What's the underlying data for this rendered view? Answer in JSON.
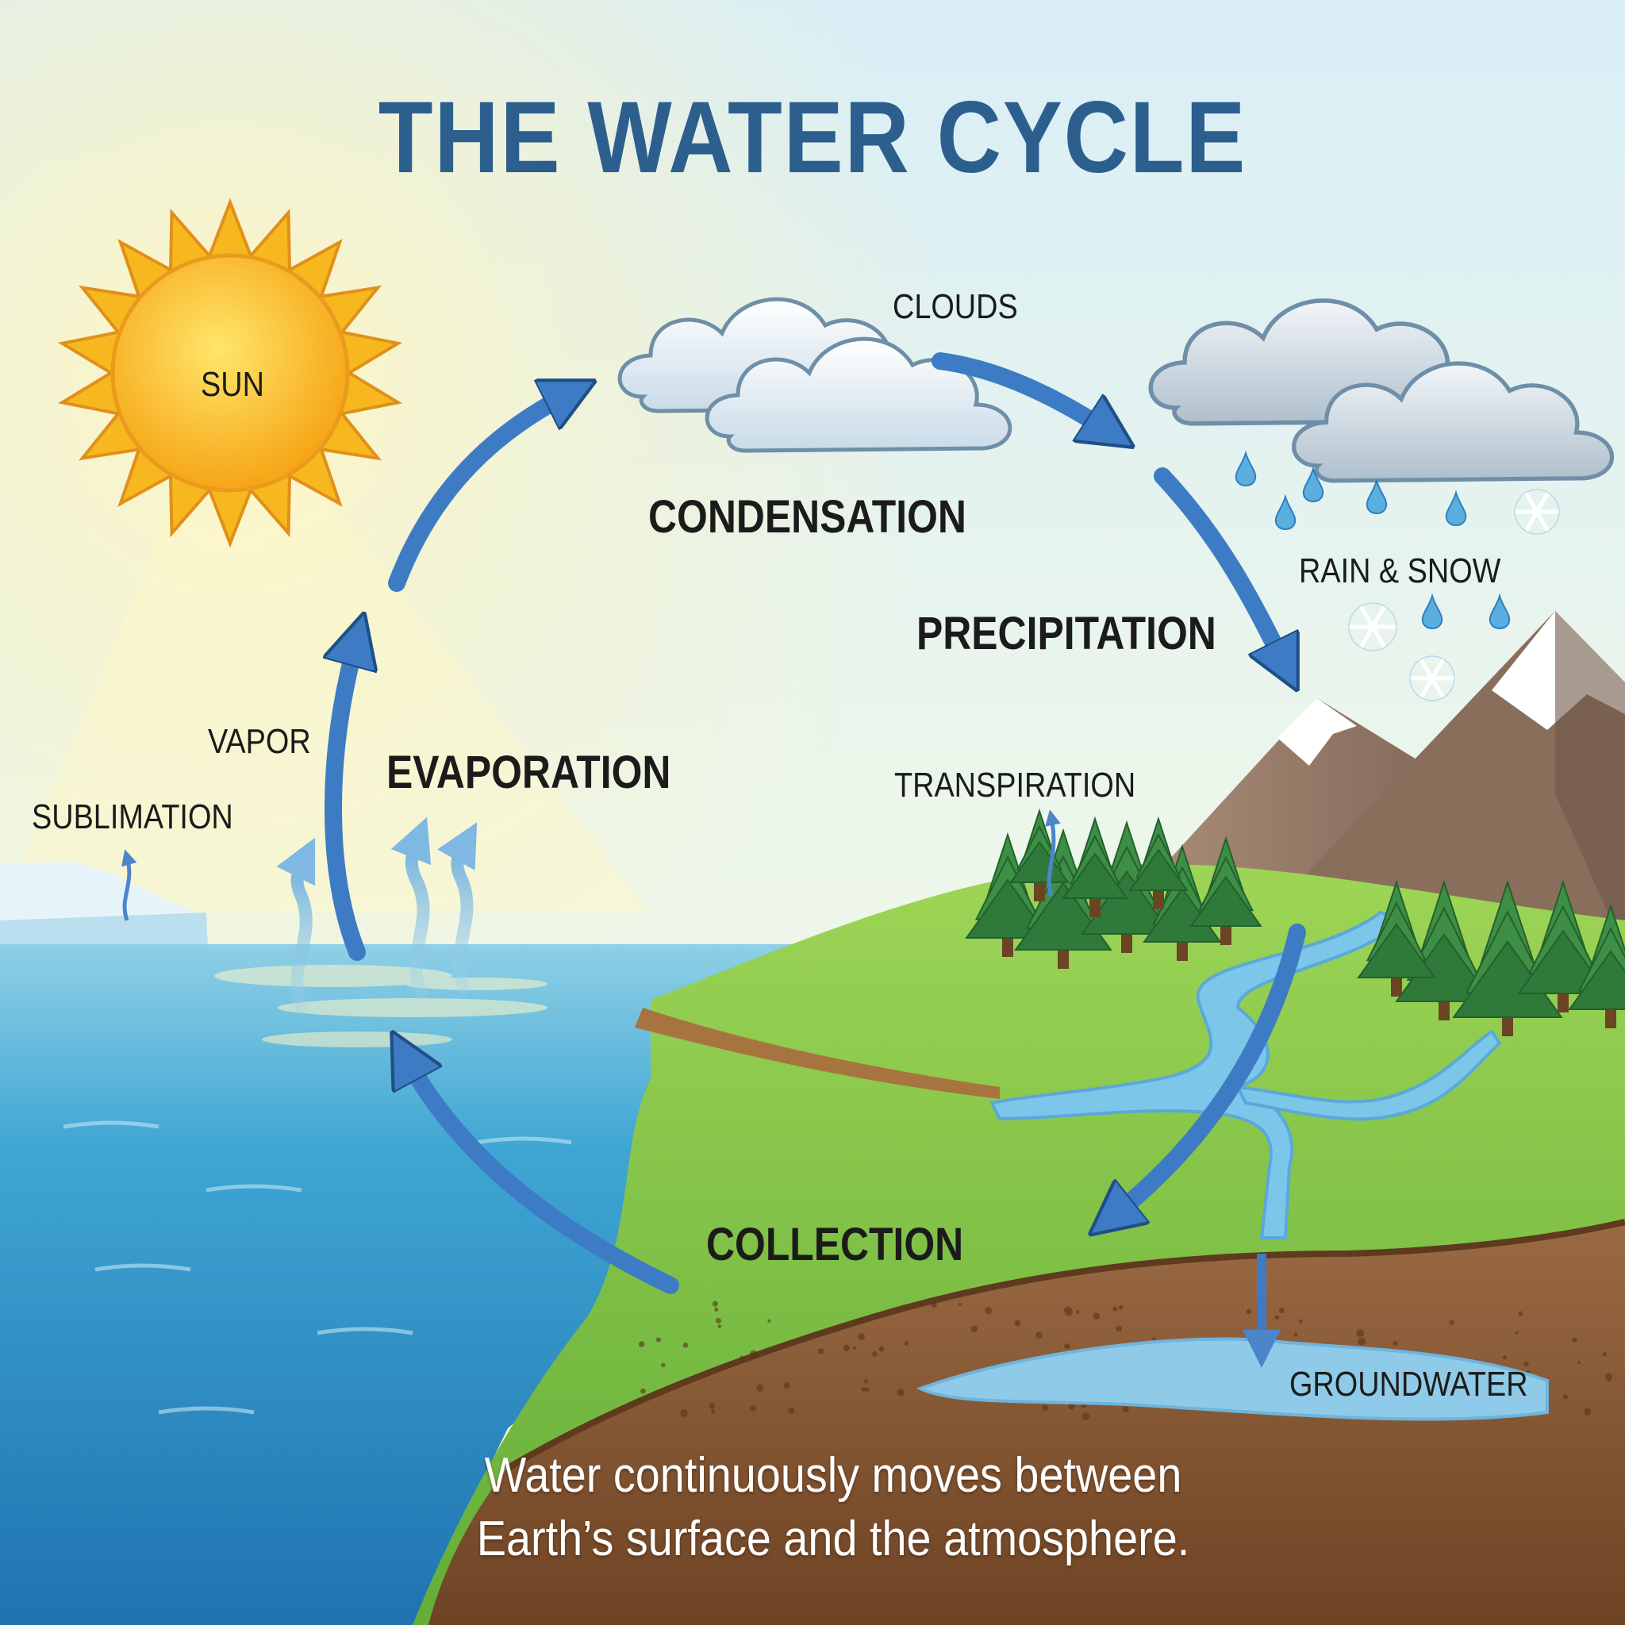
{
  "title": "THE WATER CYCLE",
  "labels": {
    "sun": "SUN",
    "clouds": "CLOUDS",
    "condensation": "CONDENSATION",
    "rain_snow": "RAIN & SNOW",
    "precipitation": "PRECIPITATION",
    "vapor": "VAPOR",
    "evaporation": "EVAPORATION",
    "sublimation": "SUBLIMATION",
    "transpiration": "TRANSPIRATION",
    "collection": "COLLECTION",
    "groundwater": "GROUNDWATER"
  },
  "caption": {
    "line1": "Water continuously moves between",
    "line2": "Earth’s surface and the atmosphere."
  },
  "colors": {
    "title": "#2c5f8e",
    "arrow": "#3d7cc4",
    "ocean": "#2f95c9",
    "land": "#7cc043",
    "soil": "#8a5a34",
    "sun": "#f7b81f"
  }
}
